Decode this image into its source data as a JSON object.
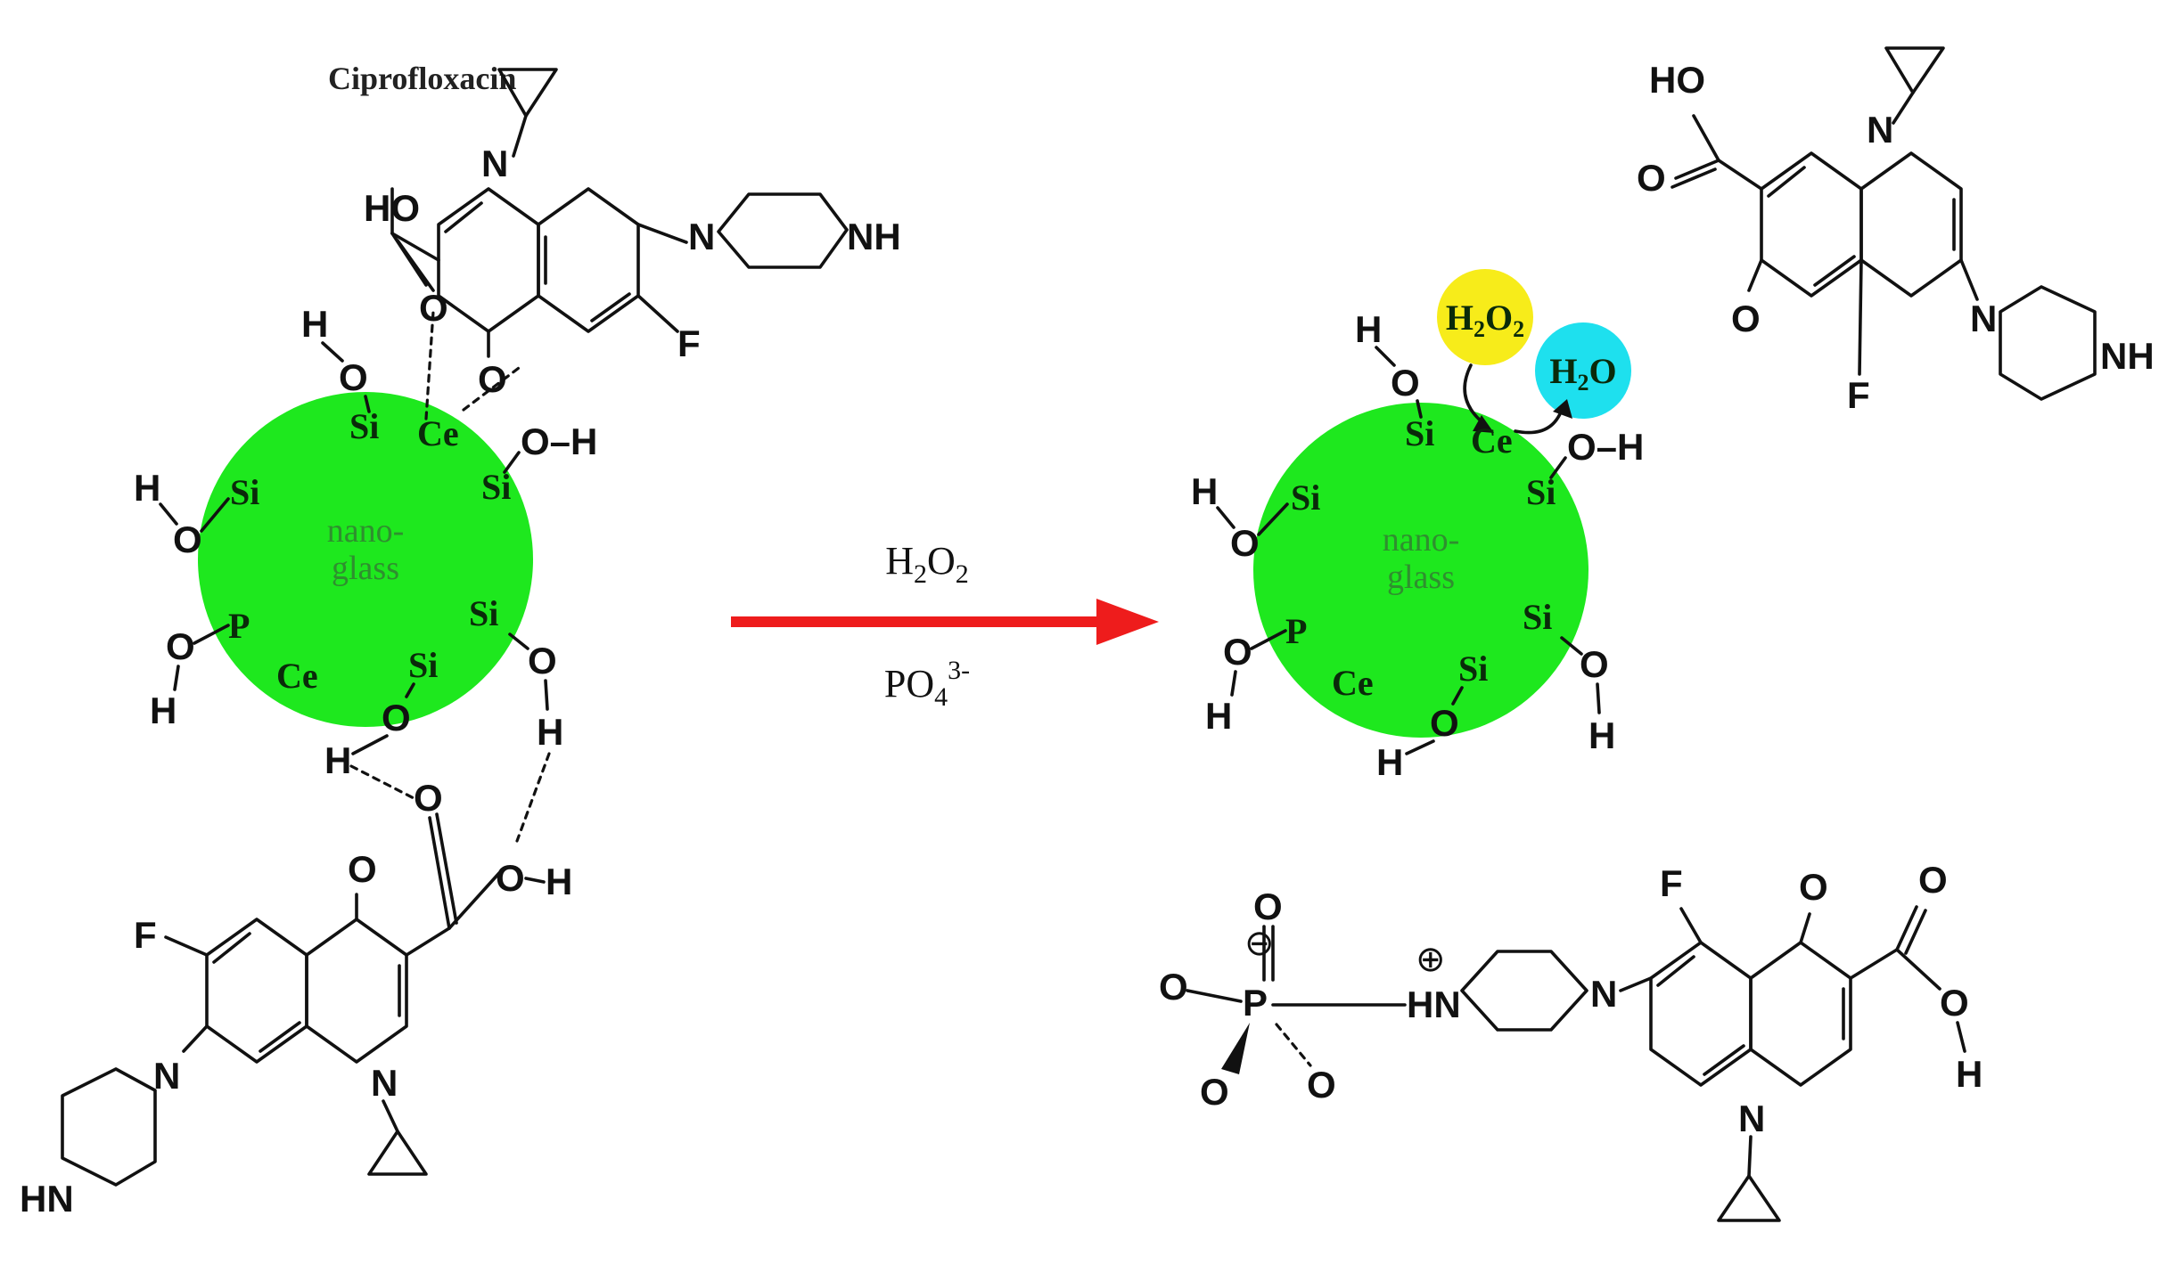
{
  "title": "Ciprofloxacin",
  "particle": {
    "core_label_line1": "nano-",
    "core_label_line2": "glass"
  },
  "surface_groups": {
    "si": "Si",
    "ce": "Ce",
    "p": "P",
    "o": "O",
    "h": "H",
    "oh": "O–H"
  },
  "molecule_atoms": {
    "n": "N",
    "nh": "NH",
    "hn": "HN",
    "f": "F",
    "o": "O",
    "ho": "HO",
    "h": "H",
    "p": "P",
    "minus": "⊖",
    "plus": "⊕"
  },
  "reaction": {
    "reagent_top": {
      "base": "H",
      "sub1": "2",
      "mid": "O",
      "sub2": "2"
    },
    "reagent_bottom": {
      "base": "PO",
      "sub": "4",
      "sup": "3-"
    },
    "arrow_color": "#ee1c1c"
  },
  "bubbles": {
    "peroxide": {
      "base": "H",
      "sub1": "2",
      "mid": "O",
      "sub2": "2",
      "color": "#f7ec1a"
    },
    "water": {
      "base": "H",
      "sub": "2",
      "end": "O",
      "color": "#1ee0ee"
    }
  },
  "colors": {
    "nanoglass": "#1ee81e",
    "arrow": "#ee1c1c",
    "ink": "#111111"
  }
}
